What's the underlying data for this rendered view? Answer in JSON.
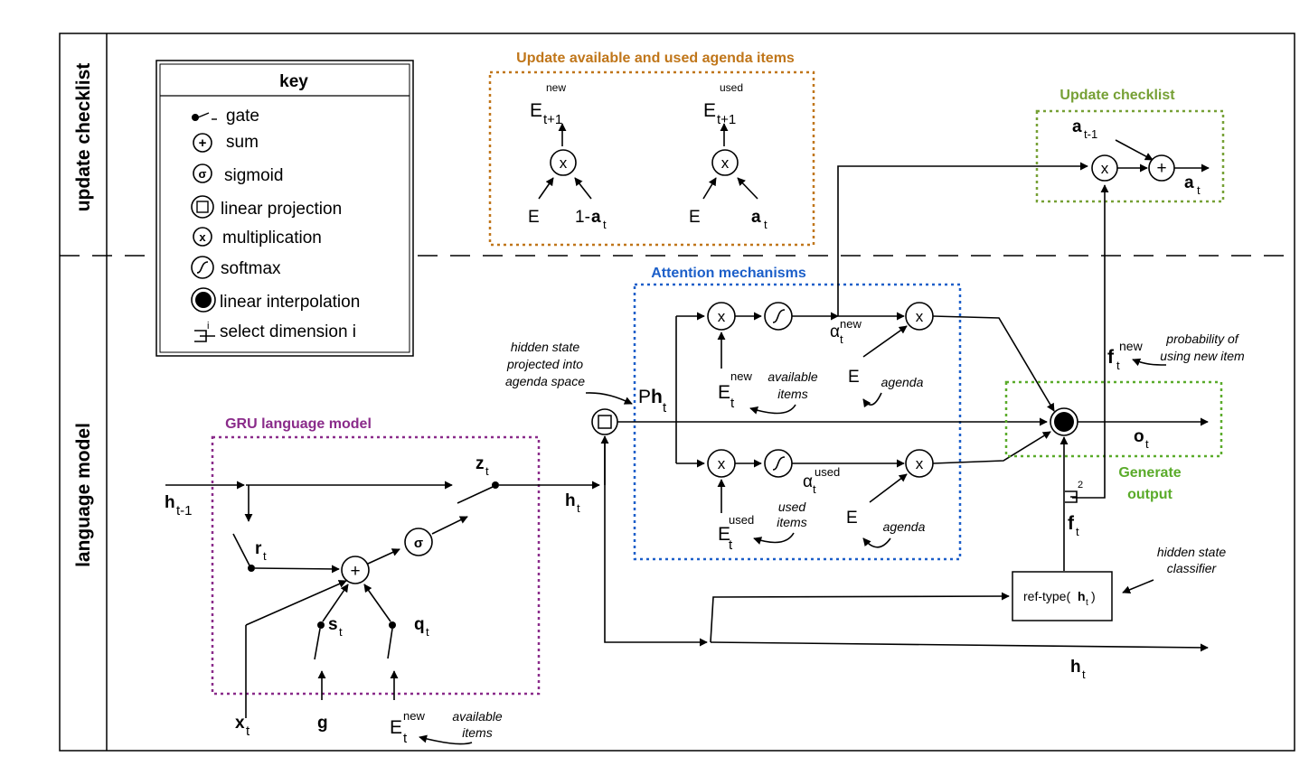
{
  "sections": {
    "update_checklist": "update checklist",
    "language_model": "language model"
  },
  "key": {
    "title": "key",
    "items": [
      {
        "symbol": "gate-icon",
        "label": "gate"
      },
      {
        "symbol": "sum-icon",
        "label": "sum"
      },
      {
        "symbol": "sigmoid-icon",
        "label": "sigmoid"
      },
      {
        "symbol": "linear-projection-icon",
        "label": "linear projection"
      },
      {
        "symbol": "multiplication-icon",
        "label": "multiplication"
      },
      {
        "symbol": "softmax-icon",
        "label": "softmax"
      },
      {
        "symbol": "linear-interpolation-icon",
        "label": "linear interpolation"
      },
      {
        "symbol": "select-dimension-icon",
        "label": "select dimension i",
        "superscript": "i"
      }
    ]
  },
  "boxes": {
    "agenda_update": {
      "title": "Update available and used agenda items",
      "color": "#c0761a"
    },
    "checklist": {
      "title": "Update checklist",
      "color": "#76a035"
    },
    "attention": {
      "title": "Attention mechanisms",
      "color": "#1c5fc9"
    },
    "gru": {
      "title": "GRU language model",
      "color": "#8a2b8a"
    },
    "generate": {
      "title": "Generate",
      "title2": "output",
      "color": "#5aab2a"
    }
  },
  "symbols": {
    "x": "x",
    "plus": "+",
    "sigma": "σ",
    "E": "E",
    "one_minus": "1-",
    "a": "a",
    "t": "t",
    "tplus1": "t+1",
    "tminus1": "t-1",
    "new": "new",
    "used": "used",
    "alpha": "α",
    "P": "P",
    "h": "h",
    "r": "r",
    "z": "z",
    "s": "s",
    "q": "q",
    "g": "g",
    "f": "f",
    "o": "o",
    "two": "2"
  },
  "annotations": {
    "hidden_projected": [
      "hidden state",
      "projected into",
      "agenda space"
    ],
    "available_items": [
      "available",
      "items"
    ],
    "used_items": [
      "used",
      "items"
    ],
    "agenda": "agenda",
    "probability": [
      "probability of",
      "using new item"
    ],
    "classifier": [
      "hidden state",
      "classifier"
    ],
    "ref_type_prefix": "ref-type(",
    "ref_type_suffix": ")"
  }
}
